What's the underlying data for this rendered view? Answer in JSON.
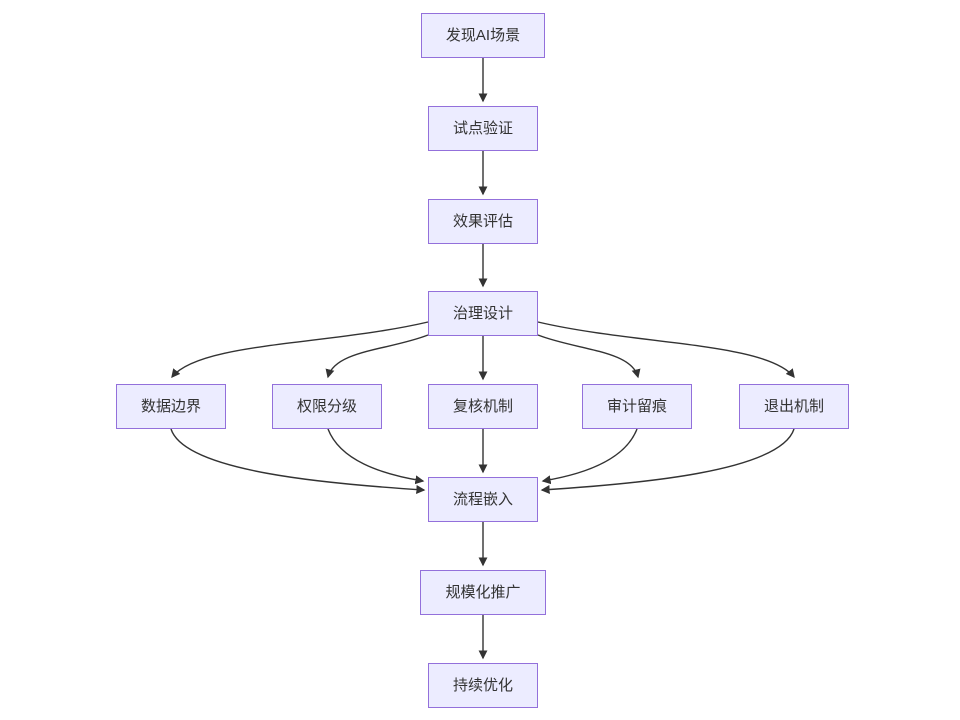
{
  "diagram": {
    "type": "flowchart",
    "direction": "top-down",
    "nodes": [
      {
        "id": "discover",
        "label": "发现AI场景"
      },
      {
        "id": "pilot",
        "label": "试点验证"
      },
      {
        "id": "evaluate",
        "label": "效果评估"
      },
      {
        "id": "governance",
        "label": "治理设计"
      },
      {
        "id": "data-boundary",
        "label": "数据边界"
      },
      {
        "id": "permission",
        "label": "权限分级"
      },
      {
        "id": "review",
        "label": "复核机制"
      },
      {
        "id": "audit",
        "label": "审计留痕"
      },
      {
        "id": "exit",
        "label": "退出机制"
      },
      {
        "id": "embed",
        "label": "流程嵌入"
      },
      {
        "id": "scale",
        "label": "规模化推广"
      },
      {
        "id": "optimize",
        "label": "持续优化"
      }
    ],
    "edges": [
      {
        "from": "发现AI场景",
        "to": "试点验证"
      },
      {
        "from": "试点验证",
        "to": "效果评估"
      },
      {
        "from": "效果评估",
        "to": "治理设计"
      },
      {
        "from": "治理设计",
        "to": "数据边界"
      },
      {
        "from": "治理设计",
        "to": "权限分级"
      },
      {
        "from": "治理设计",
        "to": "复核机制"
      },
      {
        "from": "治理设计",
        "to": "审计留痕"
      },
      {
        "from": "治理设计",
        "to": "退出机制"
      },
      {
        "from": "数据边界",
        "to": "流程嵌入"
      },
      {
        "from": "权限分级",
        "to": "流程嵌入"
      },
      {
        "from": "复核机制",
        "to": "流程嵌入"
      },
      {
        "from": "审计留痕",
        "to": "流程嵌入"
      },
      {
        "from": "退出机制",
        "to": "流程嵌入"
      },
      {
        "from": "流程嵌入",
        "to": "规模化推广"
      },
      {
        "from": "规模化推广",
        "to": "持续优化"
      }
    ],
    "colors": {
      "background": "#ffffff",
      "node_fill": "#ececff",
      "node_border": "#9370db",
      "edge_line": "#333333",
      "text": "#333333"
    }
  }
}
